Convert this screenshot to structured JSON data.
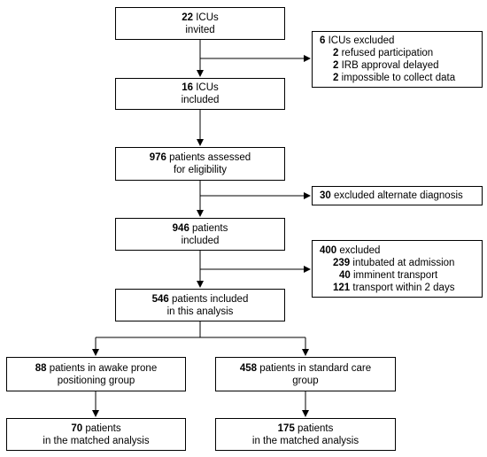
{
  "boxes": {
    "invited": {
      "n": "22",
      "l1": " ICUs",
      "l2": "invited"
    },
    "excluded_icu": {
      "n": "6",
      "title": " ICUs  excluded",
      "items": [
        {
          "n": "2",
          "t": " refused  participation"
        },
        {
          "n": "2",
          "t": " IRB approval  delayed"
        },
        {
          "n": "2",
          "t": " impossible to collect data"
        }
      ]
    },
    "included_icu": {
      "n": "16",
      "l1": " ICUs",
      "l2": "included"
    },
    "assessed": {
      "n": "976",
      "l1": " patients assessed",
      "l2": "for eligibility"
    },
    "excluded_alt": {
      "n": "30",
      "t": " excluded alternate diagnosis"
    },
    "patients_included": {
      "n": "946",
      "l1": " patients",
      "l2": "included"
    },
    "excluded_400": {
      "n": "400",
      "title": " excluded",
      "items": [
        {
          "n": "239",
          "t": " intubated at admission"
        },
        {
          "n": "40",
          "t": " imminent transport"
        },
        {
          "n": "121",
          "t": " transport within 2 days"
        }
      ]
    },
    "analysis": {
      "n": "546",
      "l1": " patients included",
      "l2": "in this analysis"
    },
    "prone": {
      "n": "88",
      "l1": " patients in awake prone",
      "l2": "positioning group"
    },
    "standard": {
      "n": "458",
      "l1": " patients in standard care",
      "l2": "group"
    },
    "matched_prone": {
      "n": "70",
      "l1": " patients",
      "l2": "in the matched analysis"
    },
    "matched_standard": {
      "n": "175",
      "l1": " patients",
      "l2": "in the matched analysis"
    }
  }
}
